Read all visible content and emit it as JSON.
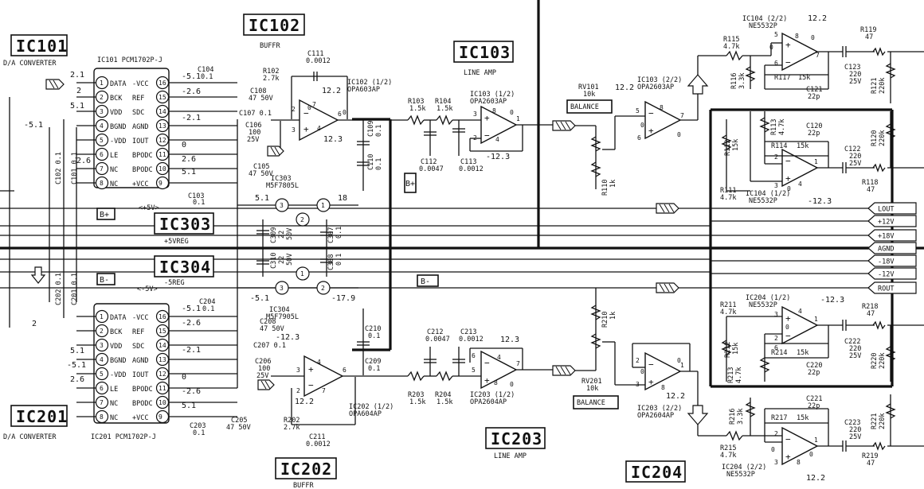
{
  "blocks": {
    "ic101": {
      "id": "IC101",
      "func": "D/A CONVERTER",
      "part": "IC101 PCM1702P-J"
    },
    "ic201": {
      "id": "IC201",
      "func": "D/A CONVERTER",
      "part": "IC201 PCM1702P-J"
    },
    "ic102": {
      "id": "IC102",
      "func": "BUFFR"
    },
    "ic202": {
      "id": "IC202",
      "func": "BUFFR"
    },
    "ic103": {
      "id": "IC103",
      "func": "LINE AMP"
    },
    "ic203": {
      "id": "IC203",
      "func": "LINE AMP"
    },
    "ic303": {
      "id": "IC303",
      "func": "+5VREG"
    },
    "ic304": {
      "id": "IC304",
      "func": "-5REG"
    },
    "ic204": {
      "id": "IC204"
    }
  },
  "dac_pins": {
    "left": [
      {
        "num": "1",
        "name": "DATA"
      },
      {
        "num": "2",
        "name": "BCK"
      },
      {
        "num": "3",
        "name": "VDD"
      },
      {
        "num": "4",
        "name": "BGND"
      },
      {
        "num": "5",
        "name": "-VDD"
      },
      {
        "num": "6",
        "name": "LE"
      },
      {
        "num": "7",
        "name": "NC"
      },
      {
        "num": "8",
        "name": "NC"
      }
    ],
    "right": [
      {
        "num": "16",
        "name": "-VCC"
      },
      {
        "num": "15",
        "name": "REF"
      },
      {
        "num": "14",
        "name": "SDC"
      },
      {
        "num": "13",
        "name": "AGND"
      },
      {
        "num": "12",
        "name": "IOUT"
      },
      {
        "num": "11",
        "name": "BPODC"
      },
      {
        "num": "10",
        "name": "BPODC"
      },
      {
        "num": "9",
        "name": "+VCC"
      }
    ]
  },
  "dac1_voltages": {
    "data": "2.1",
    "bck": "2",
    "vdd": "5.1",
    "mvdd": "-5.1",
    "le": "2.6",
    "vcc_n": "-5.1",
    "ref": "-2.6",
    "sdc": "-2.1",
    "iout": "0",
    "bpodc": "2.6",
    "vcc_p": "5.1"
  },
  "dac2_voltages": {
    "data": "2",
    "vdd": "5.1",
    "mvdd": "-5.1",
    "le": "2.6",
    "vcc_n": "-5.1",
    "ref": "-2.6",
    "sdc": "-2.1",
    "iout": "0",
    "bpodc": "-2.6",
    "vcc_p": "5.1"
  },
  "components": {
    "c104": "C104",
    "c104v": "0.1",
    "c204": "C204",
    "c204v": "0.1",
    "c107": "C107 0.1",
    "c207": "C207 0.1",
    "c108": "C108",
    "c108v": "47 50V",
    "c208": "C208",
    "c208v": "47 50V",
    "c106": "C106",
    "c106v": "100",
    "c106r": "25V",
    "c206": "C206",
    "c206v": "100",
    "c206r": "25V",
    "c105": "C105",
    "c105v": "47 50V",
    "c205": "C205",
    "c205v": "47 50V",
    "c103": "C103",
    "c103v": "0.1",
    "c203": "C203",
    "c203v": "0.1",
    "c102": "C102 0.1",
    "c101": "C101 0.1",
    "c202": "C202 0.1",
    "c201": "C201 0.1",
    "c111": "C111",
    "c111v": "0.0012",
    "c211": "C211",
    "c211v": "0.0012",
    "r102": "R102",
    "r102v": "2.7k",
    "r202": "R202",
    "r202v": "2.7k",
    "ic102p": "IC102 (1/2)",
    "ic102m": "OPA603AP",
    "ic202p": "IC202 (1/2)",
    "ic202m": "OPA604AP",
    "c109": "C109",
    "c109v": "0.1",
    "c110": "C110",
    "c110v": "0.1",
    "c209": "C209",
    "c209v": "0.1",
    "c210": "C210",
    "c210v": "0.1",
    "r103": "R103",
    "r103v": "1.5k",
    "r104": "R104",
    "r104v": "1.5k",
    "r203": "R203",
    "r203v": "1.5k",
    "r204": "R204",
    "r204v": "1.5k",
    "c112": "C112",
    "c112v": "0.0047",
    "c113": "C113",
    "c113v": "0.0012",
    "c212": "C212",
    "c212v": "0.0047",
    "c213": "C213",
    "c213v": "0.0012",
    "ic103p": "IC103 (1/2)",
    "ic103m": "OPA2603AP",
    "ic203p": "IC203 (1/2)",
    "ic203m": "OPA2604AP",
    "ic303": "IC303",
    "ic303m": "M5F7805L",
    "ic304": "IC304",
    "ic304m": "M5F7905L",
    "c309": "C309",
    "c309v": "22",
    "c309r": "50V",
    "c310": "C310",
    "c310v": "22",
    "c310r": "50V",
    "c307": "C307",
    "c307v": "0.1",
    "c308": "C308",
    "c308v": "0.1",
    "rv101": "RV101",
    "rv101v": "10k",
    "rv201": "RV201",
    "rv201v": "10k",
    "balance": "BALANCE",
    "r110": "R110",
    "r110v": "1k",
    "r210": "R210",
    "r210v": "1k",
    "ic103b": "IC103 (2/2)",
    "ic103bm": "OPA2603AP",
    "ic203b": "IC203 (2/2)",
    "ic203bm": "OPA2604AP",
    "ic104b": "IC104 (2/2)",
    "ic104bm": "NE5532P",
    "ic104a": "IC104 (1/2)",
    "ic104am": "NE5532P",
    "ic204a": "IC204 (1/2)",
    "ic204am": "NE5532P",
    "ic204b": "IC204 (2/2)",
    "ic204bm": "NE5532P",
    "r115": "R115",
    "r115v": "4.7k",
    "r116": "R116",
    "r116v": "3.3k",
    "r117": "R117",
    "r117v": "15k",
    "c121": "C121",
    "c121v": "22p",
    "r113": "R113",
    "r113v": "4.7k",
    "r112": "R112",
    "r112v": "15k",
    "r114": "R114",
    "r114v": "15k",
    "c120": "C120",
    "c120v": "22p",
    "r111": "R111",
    "r111v": "4.7k",
    "r119": "R119",
    "r119v": "47",
    "r118": "R118",
    "r118v": "47",
    "c123": "C123",
    "c123v": "220",
    "c123r": "25V",
    "c122": "C122",
    "c122v": "220",
    "c122r": "25V",
    "r121": "R121",
    "r121v": "220k",
    "r120": "R120",
    "r120v": "220k",
    "r211": "R211",
    "r211v": "4.7k",
    "r212": "R212",
    "r212v": "15k",
    "r213": "R213",
    "r213v": "4.7k",
    "r214": "R214",
    "r214v": "15k",
    "c220": "C220",
    "c220v": "22p",
    "r218": "R218",
    "r218v": "47",
    "c222": "C222",
    "c222v": "220",
    "c222r": "25V",
    "r220": "R220",
    "r220v": "220k",
    "r216": "R216",
    "r216v": "3.3k",
    "r217": "R217",
    "r217v": "15k",
    "c221": "C221",
    "c221v": "22p",
    "r215": "R215",
    "r215v": "4.7k",
    "c223": "C223",
    "c223v": "220",
    "c223r": "25V",
    "r221": "R221",
    "r221v": "220k",
    "r219": "R219",
    "r219v": "47"
  },
  "rails": {
    "bplus": "B+",
    "bminus": "B-",
    "p5v": "<+5V>",
    "m5v": "<-5V>"
  },
  "connectors": [
    {
      "label": "LOUT"
    },
    {
      "label": "+12V"
    },
    {
      "label": "+18V"
    },
    {
      "label": "AGND"
    },
    {
      "label": "-18V"
    },
    {
      "label": "-12V"
    },
    {
      "label": "ROUT"
    }
  ],
  "volts": {
    "v122": "12.2",
    "v123": "12.3",
    "vm123": "-12.3",
    "vm123b": "-12.3",
    "v18": "18",
    "vm179": "-17.9",
    "v51": "5.1",
    "vm51": "-5.1",
    "v122b": "12.2",
    "v122c": "12.2",
    "v122d": "12.2",
    "v122e": "12.2",
    "v123b": "12.3",
    "vm123c": "-12.3",
    "vm123d": "-12.3",
    "vm51b": "-5.1",
    "v51b": "5.1"
  }
}
